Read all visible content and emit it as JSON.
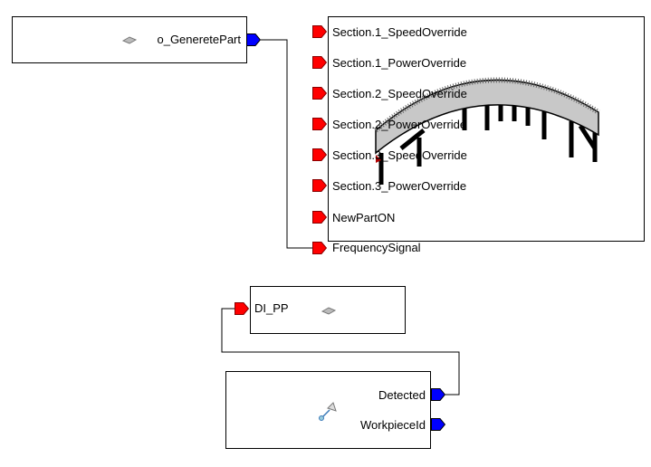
{
  "colors": {
    "input_port": "#ff0000",
    "output_port": "#0000ff",
    "wire": "#000000"
  },
  "blocks": {
    "generator": {
      "output": "o_GeneretePart",
      "icon": "signal-block-icon"
    },
    "conveyor": {
      "inputs": [
        "Section.1_SpeedOverride",
        "Section.1_PowerOverride",
        "Section.2_SpeedOverride",
        "Section.2_PowerOverride",
        "Section.3_SpeedOverride",
        "Section.3_PowerOverride",
        "NewPartON",
        "FrequencySignal"
      ],
      "icon": "curved-conveyor-image"
    },
    "logic": {
      "input": "DI_PP",
      "icon": "signal-block-icon"
    },
    "sensor": {
      "outputs": [
        "Detected",
        "WorkpieceId"
      ],
      "icon": "sensor-icon"
    }
  }
}
